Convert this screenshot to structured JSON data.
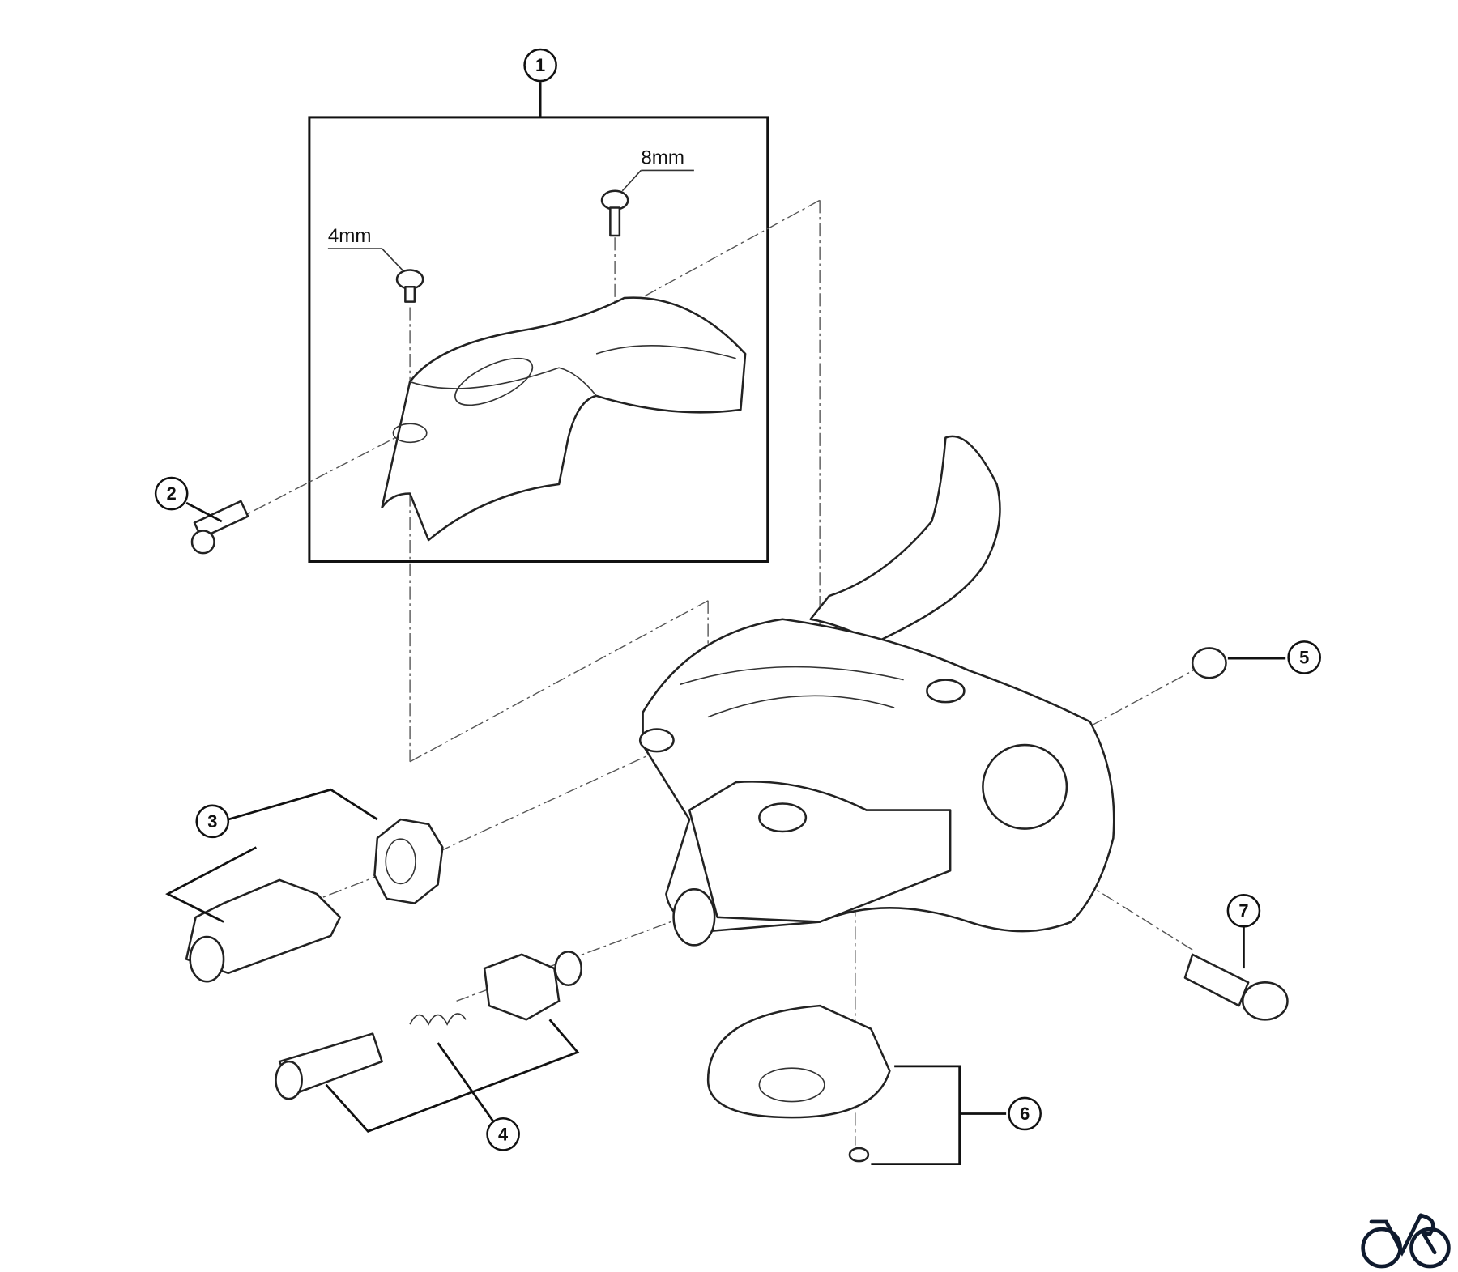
{
  "diagram": {
    "callouts": [
      {
        "id": "1",
        "label": "1"
      },
      {
        "id": "2",
        "label": "2"
      },
      {
        "id": "3",
        "label": "3"
      },
      {
        "id": "4",
        "label": "4"
      },
      {
        "id": "5",
        "label": "5"
      },
      {
        "id": "6",
        "label": "6"
      },
      {
        "id": "7",
        "label": "7"
      }
    ],
    "dimensions": {
      "screw_short": "4mm",
      "screw_long": "8mm"
    },
    "logo": {
      "name": "bicycle-logo"
    },
    "colors": {
      "line": "#222222",
      "logo": "#0f1a2e",
      "background": "#ffffff"
    }
  }
}
